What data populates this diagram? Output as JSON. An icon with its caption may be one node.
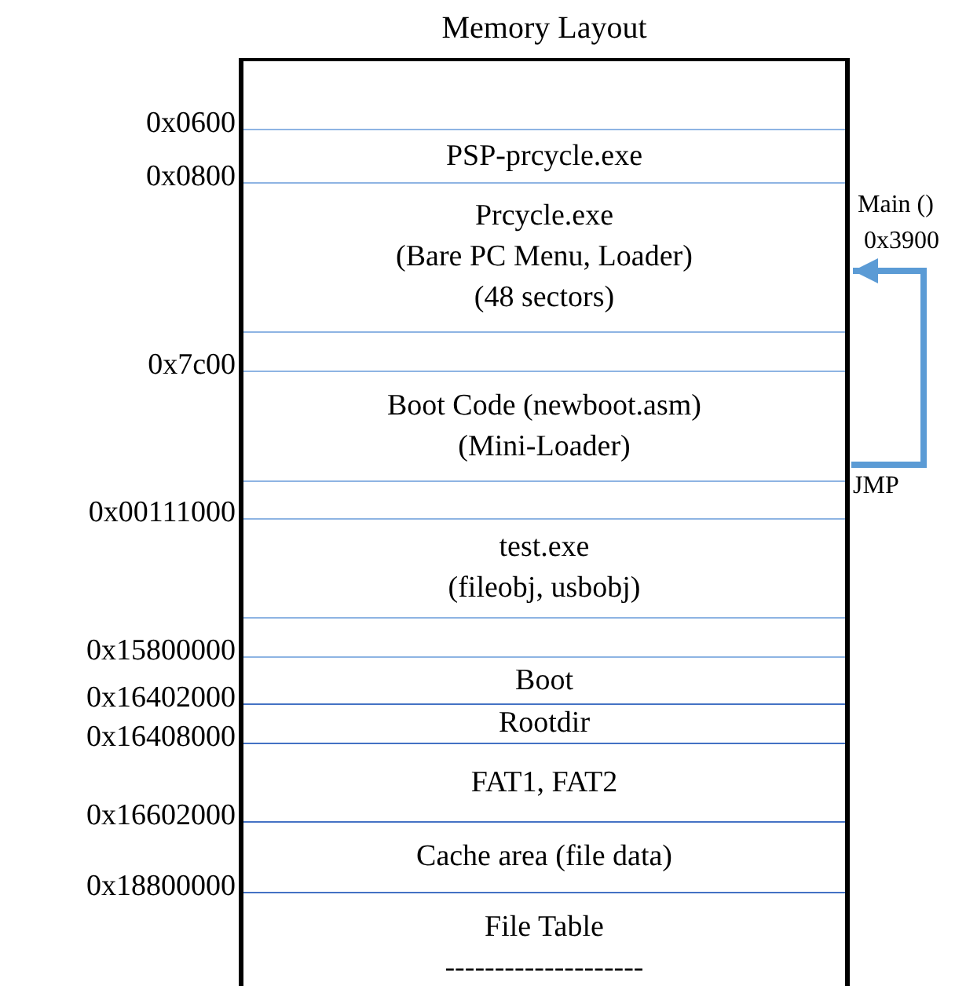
{
  "diagram": {
    "title": "Memory Layout",
    "nodes": [
      {
        "text": [],
        "shape": "box"
      },
      {
        "text": [
          "PSP-prcycle.exe"
        ],
        "in": 0
      },
      {
        "text": [
          "Prcycle.exe",
          "(Bare PC Menu, Loader)",
          "(48 sectors)"
        ],
        "in": 0
      },
      {
        "text": [],
        "shape": "box",
        "in": 0
      },
      {
        "text": [
          "Boot Code (newboot.asm)",
          "(Mini-Loader)"
        ],
        "in": 0
      },
      {
        "text": [],
        "shape": "box",
        "in": 0
      },
      {
        "text": [
          "test.exe",
          "(fileobj, usbobj)"
        ],
        "in": 0
      },
      {
        "text": [],
        "shape": "box",
        "in": 0
      },
      {
        "text": [
          "Boot"
        ],
        "in": 0
      },
      {
        "text": [
          "Rootdir"
        ],
        "in": 0
      },
      {
        "text": [
          "FAT1, FAT2"
        ],
        "in": 0
      },
      {
        "text": [
          "Cache area (file data)"
        ],
        "in": 0
      },
      {
        "text": [
          "File Table",
          "--------------------"
        ],
        "in": 0
      }
    ],
    "edges": [
      {
        "from": 4,
        "to": 2,
        "arrow": "to",
        "label": "JMP"
      }
    ],
    "labels": [
      "0x0600",
      "0x0800",
      "0x7c00",
      "0x00111000",
      "0x15800000",
      "0x16402000",
      "0x16408000",
      "0x16602000",
      "0x18800000",
      "Main ()",
      "0x3900"
    ]
  }
}
